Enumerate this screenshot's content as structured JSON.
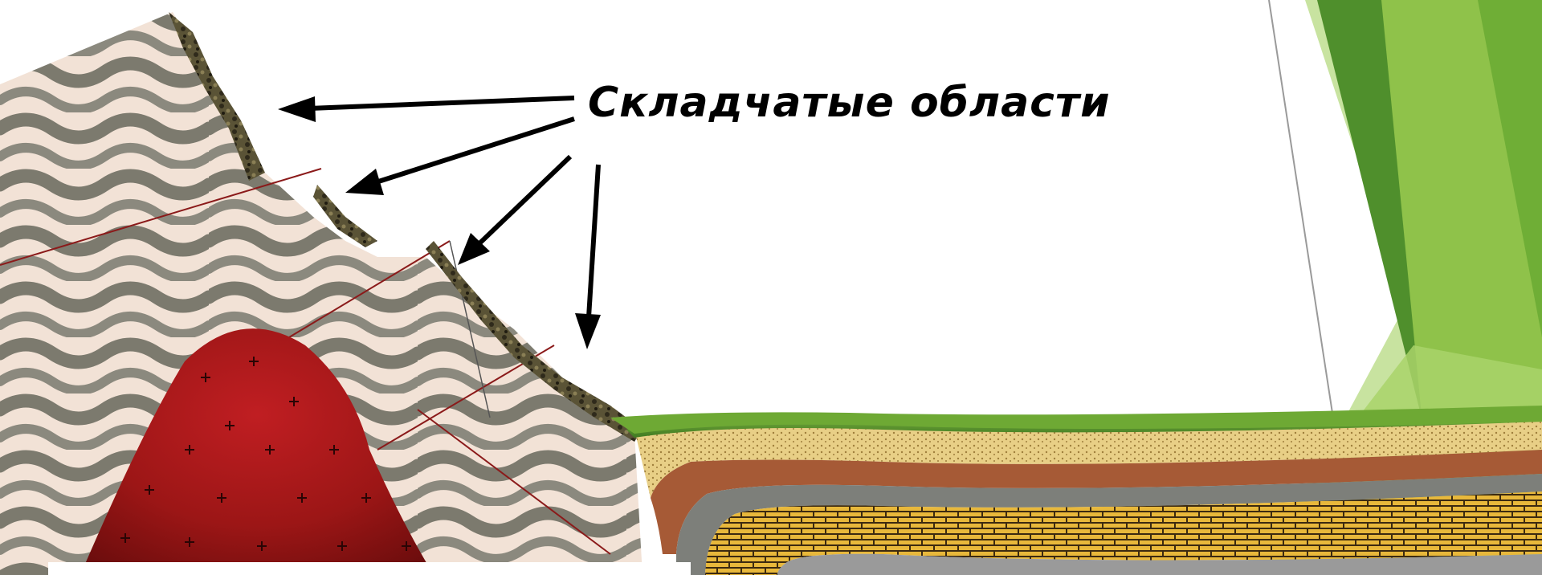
{
  "caption": "Складчатые области",
  "pointer_count": 4,
  "colors": {
    "background": "#ffffff",
    "rock_light": "#f2e2d6",
    "rock_stripe": "#7c7a6e",
    "intrusion": "#b51c1c",
    "cliff_texture": "#5a5336",
    "grass": "#6ea934",
    "sand": "#e8cf86",
    "clay": "#a65a36",
    "shale": "#7d7f7a",
    "limestone": "#e8b83b",
    "accent_green_dark": "#4f8f2c",
    "accent_green_light": "#a9d36a",
    "arrow": "#000000"
  },
  "icons": {
    "intrusion_mark": "plus-sign",
    "pointer": "arrow-icon"
  }
}
